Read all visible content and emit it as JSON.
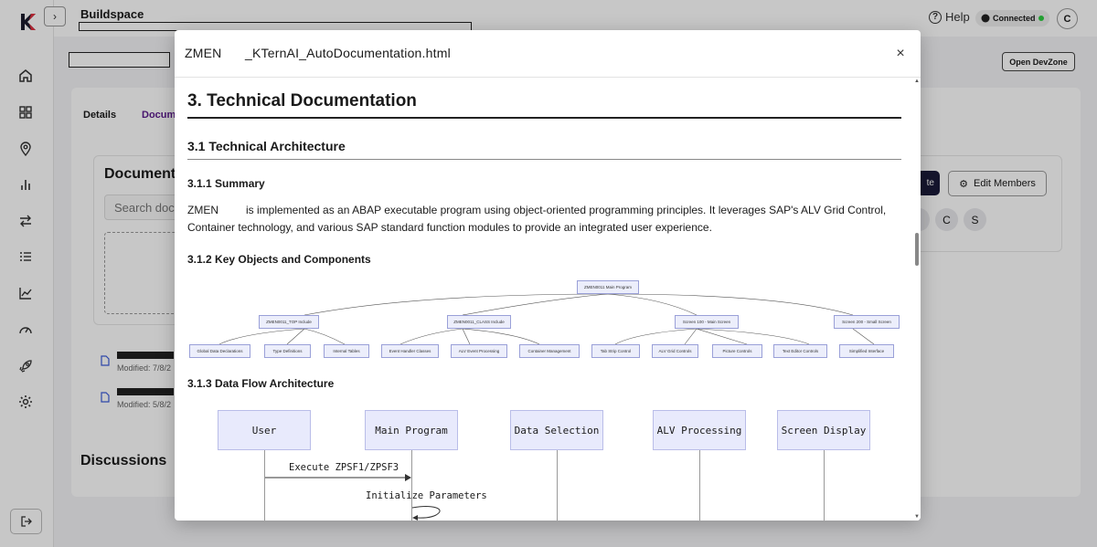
{
  "app": {
    "title": "Buildspace",
    "help_label": "Help",
    "connection_status": "Connected",
    "user_initial": "C",
    "open_devzone_label": "Open DevZone"
  },
  "tabs": [
    "Details",
    "Docume"
  ],
  "documents": {
    "title": "Documents",
    "search_placeholder": "Search docu",
    "items": [
      {
        "modified": "Modified: 7/8/2"
      },
      {
        "modified": "Modified: 5/8/2"
      }
    ]
  },
  "members": {
    "invite_label": "te",
    "edit_label": "Edit Members",
    "avatars": [
      "C",
      "S"
    ]
  },
  "discussions_title": "Discussions",
  "modal": {
    "title_prefix": "ZMEN",
    "title_file": "_KTernAI_AutoDocumentation.html",
    "close_label": "×",
    "h1": "3. Technical Documentation",
    "h2": "3.1 Technical Architecture",
    "h3_summary": "3.1.1 Summary",
    "summary_prefix": "ZMEN",
    "summary_text": "is implemented as an ABAP executable program using object-oriented programming principles. It leverages SAP's ALV Grid Control, Container technology, and various SAP standard function modules to provide an integrated user experience.",
    "h3_objects": "3.1.2 Key Objects and Components",
    "h3_dataflow": "3.1.3 Data Flow Architecture"
  },
  "tree_diagram": {
    "root": "ZMEN0011 Main Program",
    "level2": [
      "ZMEN0011_TOP Include",
      "ZMEN0011_CLASS Include",
      "Screen 100 - Main Screen",
      "Screen 200 - Small Screen"
    ],
    "leaves": [
      "Global Data Declarations",
      "Type Definitions",
      "Internal Tables",
      "Event Handler Classes",
      "ALV Event Processing",
      "Container Management",
      "Tab Strip Control",
      "ALV Grid Controls",
      "Picture Controls",
      "Text Editor Controls",
      "Simplified Interface"
    ]
  },
  "sequence_diagram": {
    "actors": [
      "User",
      "Main Program",
      "Data Selection",
      "ALV Processing",
      "Screen Display"
    ],
    "messages": [
      "Execute ZPSF1/ZPSF3",
      "Initialize Parameters"
    ]
  }
}
